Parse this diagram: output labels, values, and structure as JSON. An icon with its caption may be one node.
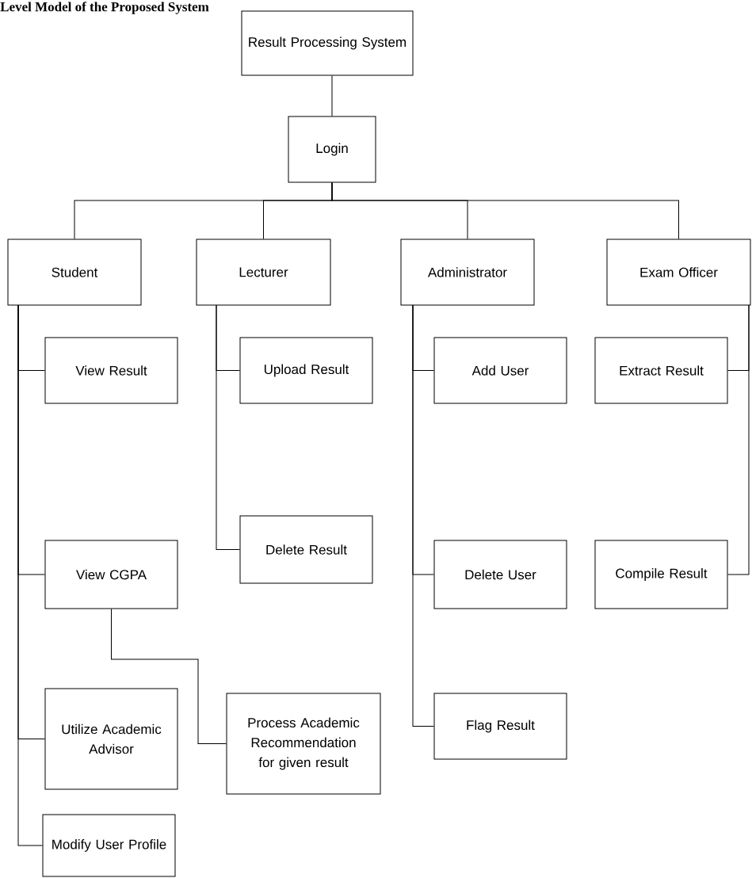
{
  "diagram": {
    "title": "Level Model of the Proposed System",
    "nodes": [
      {
        "text": [
          "Result Processing System"
        ]
      },
      {
        "text": [
          "Login"
        ]
      },
      {
        "text": [
          "Student"
        ]
      },
      {
        "text": [
          "Lecturer"
        ]
      },
      {
        "text": [
          "Administrator"
        ]
      },
      {
        "text": [
          "Exam Officer"
        ]
      },
      {
        "text": [
          "View Result"
        ]
      },
      {
        "text": [
          "Upload Result"
        ]
      },
      {
        "text": [
          "Add User"
        ]
      },
      {
        "text": [
          "Extract Result"
        ]
      },
      {
        "text": [
          "Delete Result"
        ]
      },
      {
        "text": [
          "View CGPA"
        ]
      },
      {
        "text": [
          "Delete User"
        ]
      },
      {
        "text": [
          "Compile Result"
        ]
      },
      {
        "text": [
          "Utilize Academic Advisor"
        ]
      },
      {
        "text": [
          "Process Academic Recommendation for given result"
        ]
      },
      {
        "text": [
          "Flag Result"
        ]
      },
      {
        "text": [
          "Modify User Profile"
        ]
      }
    ],
    "edges": [
      {
        "from": 0,
        "to": 1,
        "arrow": "none"
      },
      {
        "from": 1,
        "to": 2,
        "arrow": "none"
      },
      {
        "from": 1,
        "to": 3,
        "arrow": "none"
      },
      {
        "from": 1,
        "to": 4,
        "arrow": "none"
      },
      {
        "from": 1,
        "to": 5,
        "arrow": "none"
      },
      {
        "from": 2,
        "to": 6,
        "arrow": "none"
      },
      {
        "from": 2,
        "to": 11,
        "arrow": "none"
      },
      {
        "from": 2,
        "to": 14,
        "arrow": "none"
      },
      {
        "from": 2,
        "to": 17,
        "arrow": "none"
      },
      {
        "from": 3,
        "to": 7,
        "arrow": "none"
      },
      {
        "from": 3,
        "to": 10,
        "arrow": "none"
      },
      {
        "from": 4,
        "to": 8,
        "arrow": "none"
      },
      {
        "from": 4,
        "to": 12,
        "arrow": "none"
      },
      {
        "from": 4,
        "to": 16,
        "arrow": "none"
      },
      {
        "from": 5,
        "to": 9,
        "arrow": "none"
      },
      {
        "from": 5,
        "to": 13,
        "arrow": "none"
      },
      {
        "from": 11,
        "to": 15,
        "arrow": "none"
      }
    ]
  }
}
